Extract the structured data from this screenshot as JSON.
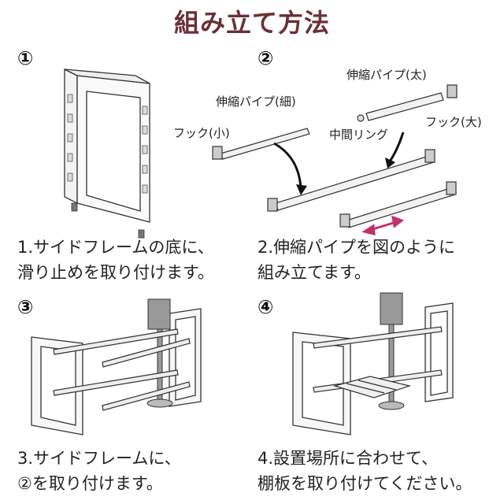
{
  "title": "組み立て方法",
  "steps": [
    {
      "num": "①",
      "line1": "1.サイドフレームの底に、",
      "line2": "滑り止めを取り付けます。"
    },
    {
      "num": "②",
      "line1": "2.伸縮パイプを図のように",
      "line2": "組み立てます。"
    },
    {
      "num": "③",
      "line1": "3.サイドフレームに、",
      "line2": "②を取り付けます。"
    },
    {
      "num": "④",
      "line1": "4.設置場所に合わせて、",
      "line2": "棚板を取り付けてください。"
    }
  ],
  "labels": {
    "pipe_thin": "伸縮パイプ(細)",
    "pipe_thick": "伸縮パイプ(太)",
    "hook_small": "フック(小)",
    "hook_large": "フック(大)",
    "middle_ring": "中間リング"
  },
  "colors": {
    "title": "#6a3034",
    "arrow_accent": "#c0306a"
  }
}
